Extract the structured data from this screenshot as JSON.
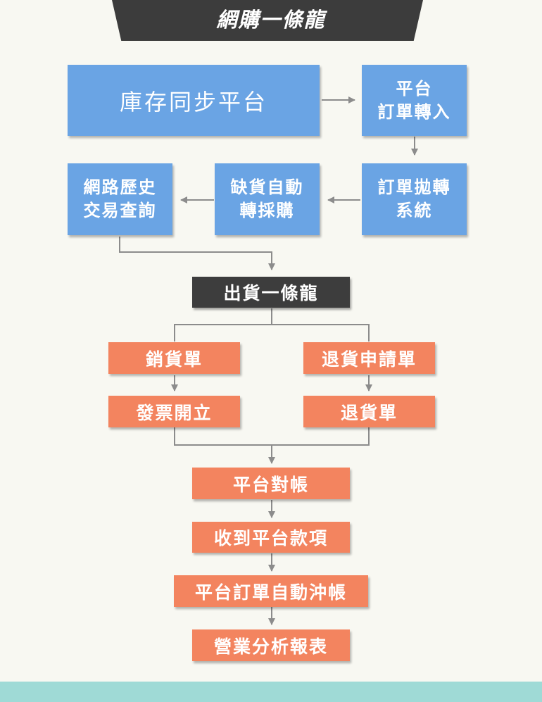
{
  "banner": {
    "title": "網購一條龍"
  },
  "nodes": {
    "inventory_sync": "庫存同步平台",
    "platform_order_import": [
      "平台",
      "訂單轉入"
    ],
    "order_transfer": [
      "訂單拋轉",
      "系統"
    ],
    "auto_purchase": [
      "缺貨自動",
      "轉採購"
    ],
    "history_query": [
      "網路歷史",
      "交易查詢"
    ],
    "shipping": "出貨一條龍",
    "sales_slip": "銷貨單",
    "return_request": "退貨申請單",
    "invoice_issue": "發票開立",
    "return_slip": "退貨單",
    "platform_reconcile": "平台對帳",
    "receive_payment": "收到平台款項",
    "auto_offset": "平台訂單自動沖帳",
    "report": "營業分析報表"
  },
  "colors": {
    "blue": "#6aa4e4",
    "dark": "#3d3d3d",
    "orange": "#f3845f",
    "background": "#f8f8f2",
    "footer": "#9fdad6",
    "connector": "#8c8c8c"
  }
}
